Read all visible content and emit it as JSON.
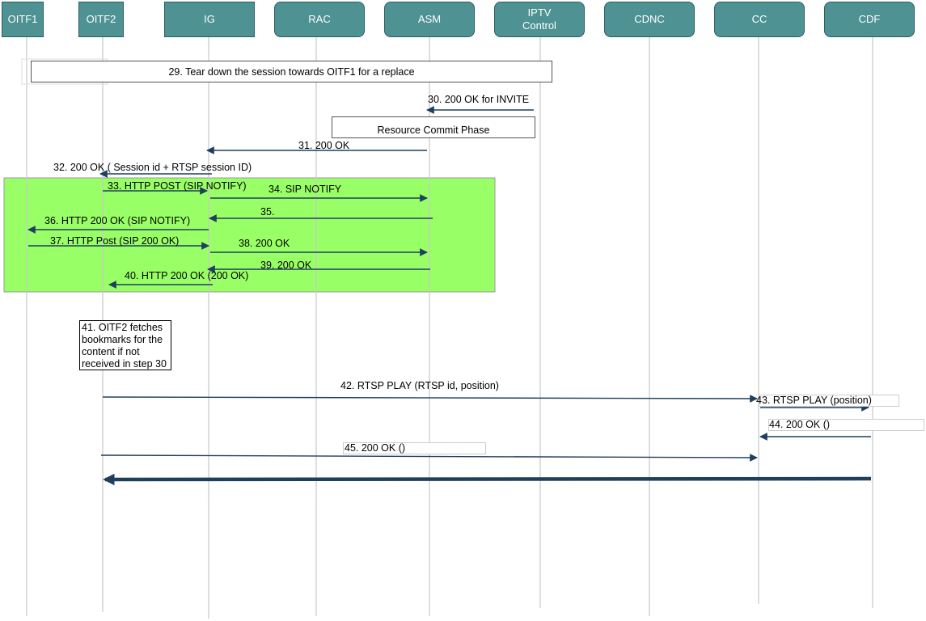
{
  "actors": [
    "OITF1",
    "OITF2",
    "IG",
    "RAC",
    "ASM",
    "IPTV Control",
    "CDNC",
    "CC",
    "CDF"
  ],
  "actor_lines": {
    "iptv": [
      "IPTV",
      "Control"
    ]
  },
  "boxes": {
    "teardown": "29. Tear down the session towards OITF1 for a replace",
    "resource_commit": "Resource Commit Phase"
  },
  "messages": {
    "m30": "30. 200 OK for INVITE",
    "m31": "31. 200 OK",
    "m32": "32. 200 OK ( Session id + RTSP session ID)",
    "m33": "33. HTTP POST (SIP NOTIFY)",
    "m34": "34. SIP NOTIFY",
    "m35": "35.",
    "m36": "36. HTTP 200 OK (SIP NOTIFY)",
    "m37": "37. HTTP Post (SIP 200 OK)",
    "m38": "38. 200 OK",
    "m39": "39. 200 OK",
    "m40": "40. HTTP 200 OK (200 OK)",
    "m42": "42. RTSP PLAY (RTSP id, position)",
    "m43": "43. RTSP PLAY (position)",
    "m44": "44. 200 OK ()",
    "m45": "45. 200 OK ()"
  },
  "note41": [
    "41. OITF2 fetches",
    "bookmarks for the",
    "content if not",
    "received in step 30"
  ],
  "colors": {
    "actor_fill": "#4e9294",
    "highlight": "#99ff66",
    "arrow": "#1f3f5e"
  }
}
